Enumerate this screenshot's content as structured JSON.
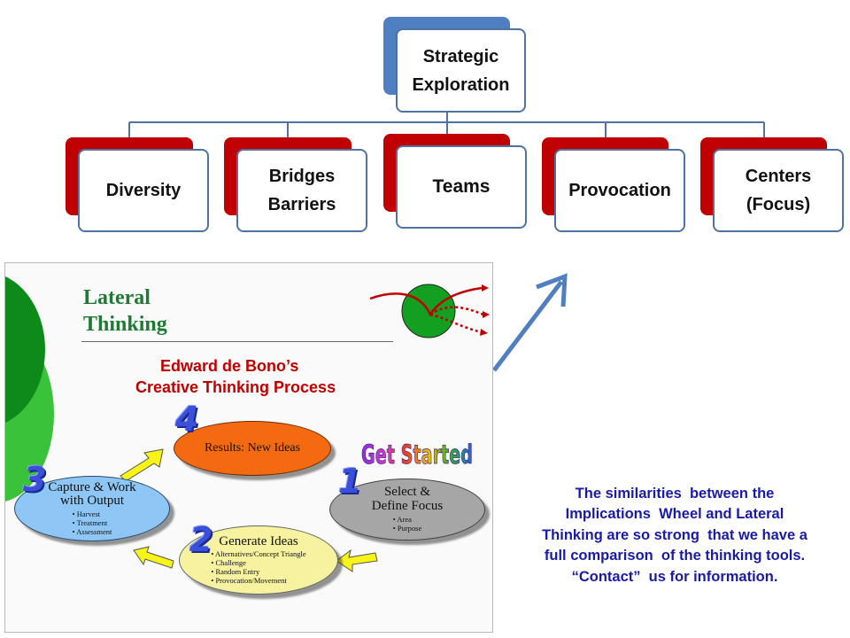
{
  "org_chart": {
    "root": {
      "lines": [
        "Strategic",
        "Exploration"
      ]
    },
    "children": [
      {
        "id": "diversity",
        "lines": [
          "Diversity"
        ]
      },
      {
        "id": "bridges-barriers",
        "lines": [
          "Bridges",
          "Barriers"
        ]
      },
      {
        "id": "teams",
        "lines": [
          "Teams"
        ]
      },
      {
        "id": "provocation",
        "lines": [
          "Provocation"
        ]
      },
      {
        "id": "centers-focus",
        "lines": [
          "Centers",
          "(Focus)"
        ]
      }
    ]
  },
  "slide": {
    "title_line1": "Lateral",
    "title_line2": "Thinking",
    "heading_line1": "Edward de Bono’s",
    "heading_line2": "Creative Thinking Process",
    "get_started": "Get Started",
    "steps": [
      {
        "number": "1",
        "title_lines": [
          "Select &",
          "Define Focus"
        ],
        "items": [
          "Area",
          "Purpose"
        ]
      },
      {
        "number": "2",
        "title_lines": [
          "Generate Ideas"
        ],
        "items": [
          "Alternatives/Concept Triangle",
          "Challenge",
          "Random Entry",
          "Provocation/Movement"
        ]
      },
      {
        "number": "3",
        "title_lines": [
          "Capture & Work",
          "with Output"
        ],
        "items": [
          "Harvest",
          "Treatment",
          "Assessment"
        ]
      },
      {
        "number": "4",
        "title_lines": [
          "Results: New Ideas"
        ],
        "items": []
      }
    ]
  },
  "note": {
    "lines": [
      "The similarities  between the",
      "Implications  Wheel and Lateral",
      "Thinking are so strong  that we have a",
      "full comparison  of the thinking tools.",
      "“Contact”  us for information."
    ]
  },
  "colors": {
    "box_border": "#4f72a4",
    "root_shadow": "#4f7fc0",
    "child_shadow": "#c00000",
    "connector": "#4f72a4",
    "note_text": "#1a1aa8"
  }
}
